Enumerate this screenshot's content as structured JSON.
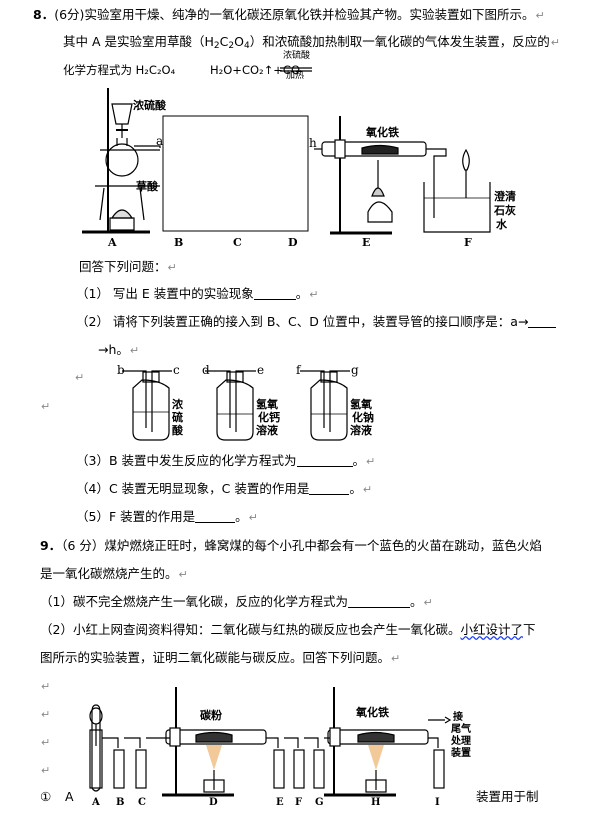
{
  "q8": {
    "num": "8",
    "score": "(6分)",
    "line1": "实验室用干燥、纯净的一氧化碳还原氧化铁并检验其产物。实验装置如下图所示。",
    "line2a": "其中 A 是实验室用草酸（H",
    "line2b": "C",
    "line2c": "O",
    "line2d": "）和浓硫酸加热制取一氧化碳的气体发生装置，反应的",
    "line3": "化学方程式为 H₂C₂O₄",
    "eq_products": "H₂O+CO₂↑+CO",
    "eq_top": "浓硫酸",
    "eq_bottom": "加热",
    "fig1": {
      "label_acid": "浓硫酸",
      "label_oxalic": "草酸",
      "label_iron_oxide": "氧化铁",
      "label_limewater": [
        "澄清",
        "石灰",
        "水"
      ],
      "port_a": "a",
      "port_h": "h",
      "station_labels": [
        "A",
        "B",
        "C",
        "D",
        "E",
        "F"
      ]
    },
    "answer_prompt": "回答下列问题：",
    "sub1": "（1） 写出 E 装置中的实验现象",
    "sub2a": "（2） 请将下列装置正确的接入到 B、C、D 位置中，装置导管的接口顺序是：a→",
    "sub2b": "→h。",
    "bottles": [
      {
        "in": "b",
        "out": "c",
        "label": [
          "浓",
          "硫",
          "酸"
        ]
      },
      {
        "in": "d",
        "out": "e",
        "label": [
          "氢氧",
          "化钙",
          "溶液"
        ]
      },
      {
        "in": "f",
        "out": "g",
        "label": [
          "氢氧",
          "化钠",
          "溶液"
        ]
      }
    ],
    "sub3": "（3）B 装置中发生反应的化学方程式为",
    "sub4a": "（4）C 装置无明显现象，C 装置的作用是",
    "sub5": "（5）F 装置的作用是"
  },
  "q9": {
    "num": "9",
    "score": "（6 分）",
    "line1": "煤炉燃烧正旺时，蜂窝煤的每个小孔中都会有一个蓝色的火苗在跳动，蓝色火焰",
    "line2": "是一氧化碳燃烧产生的。",
    "sub1": "（1）碳不完全燃烧产生一氧化碳，反应的化学方程式为",
    "sub2a": "（2）小红上网查阅资料得知：二氧化碳与红热的碳反应也会产生一氧化碳。",
    "sub2b": "小红设计了",
    "sub2c": "下",
    "sub2d": "图所示的实验装置，证明二氧化碳能与碳反应。回答下列问题。",
    "fig2": {
      "label_carbon": "碳粉",
      "label_iron_oxide": "氧化铁",
      "label_tail": [
        "接",
        "尾气",
        "处理",
        "装置"
      ],
      "station_labels": [
        "A",
        "B",
        "C",
        "D",
        "E",
        "F",
        "G",
        "H",
        "I"
      ]
    },
    "last_num": "①",
    "last_a": "A",
    "last_text": "装置用于制"
  },
  "para_mark": "↵"
}
